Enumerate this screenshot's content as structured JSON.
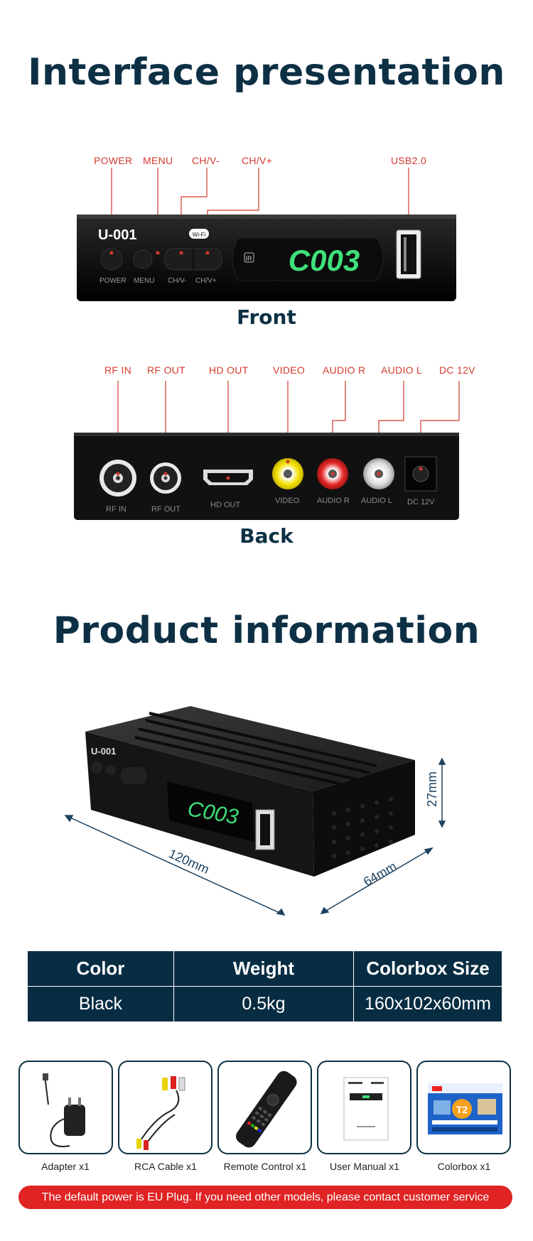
{
  "sections": {
    "interface_title": "Interface presentation",
    "front_label": "Front",
    "back_label": "Back",
    "product_title": "Product information"
  },
  "front": {
    "callouts": [
      "POWER",
      "MENU",
      "CH/V-",
      "CH/V+",
      "USB2.0"
    ],
    "brand": "U-001",
    "display": "C003",
    "wifi_badge": "Wi-Fi",
    "ir_mark": "IR",
    "panel_labels": [
      "POWER",
      "MENU",
      "CH/V-",
      "CH/V+"
    ]
  },
  "back": {
    "callouts": [
      "RF IN",
      "RF OUT",
      "HD OUT",
      "VIDEO",
      "AUDIO R",
      "AUDIO L",
      "DC 12V"
    ],
    "panel_labels": [
      "RF IN",
      "RF OUT",
      "HD OUT",
      "VIDEO",
      "AUDIO R",
      "AUDIO L",
      "DC 12V"
    ]
  },
  "product": {
    "brand": "U-001",
    "display": "C003",
    "dimensions": {
      "length": "120mm",
      "width": "64mm",
      "height": "27mm"
    }
  },
  "spec_table": {
    "headers": [
      "Color",
      "Weight",
      "Colorbox Size"
    ],
    "values": [
      "Black",
      "0.5kg",
      "160x102x60mm"
    ]
  },
  "accessories": [
    {
      "label": "Adapter x1",
      "icon": "power-adapter-icon"
    },
    {
      "label": "RCA Cable x1",
      "icon": "rca-cable-icon"
    },
    {
      "label": "Remote Control x1",
      "icon": "remote-control-icon"
    },
    {
      "label": "User Manual x1",
      "icon": "user-manual-icon"
    },
    {
      "label": "Colorbox x1",
      "icon": "colorbox-icon"
    }
  ],
  "notice": "The default power is EU Plug. If you need other models, please contact customer service",
  "colors": {
    "heading": "#0d3045",
    "accent": "#d23a2e",
    "table_bg": "#082d43",
    "display_green": "#3fe07a",
    "notice_bg": "#e02323"
  }
}
